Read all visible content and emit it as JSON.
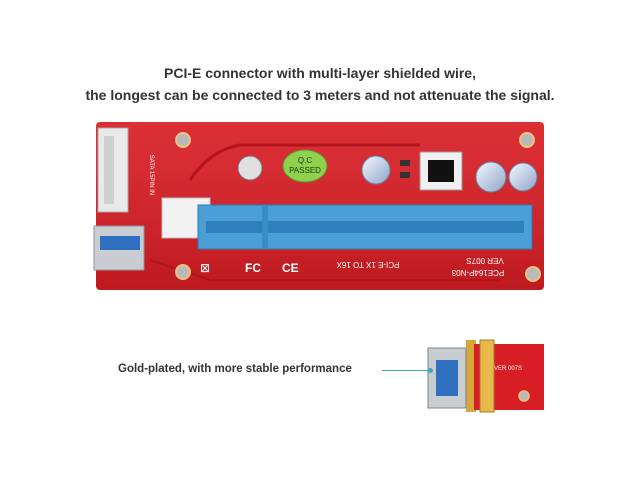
{
  "headline": {
    "line1": "PCI-E connector with multi-layer shielded wire,",
    "line2": "the longest can be connected to 3 meters and not attenuate the signal."
  },
  "callout": {
    "label": "Gold-plated, with more stable performance"
  },
  "board": {
    "qc_label_1": "Q.C",
    "qc_label_2": "PASSED",
    "model": "PCE164P-N03",
    "version": "VER 007S",
    "slot_text": "PCI-E 1X TO 16X",
    "sata_text": "SATA 15PIN IN",
    "colors": {
      "pcb_red": "#d81d24",
      "slot_blue": "#4a9fd6",
      "usb_blue": "#2f6fbf",
      "qc_green": "#8fd14f"
    }
  },
  "small_card": {
    "text": "VER 007S"
  }
}
